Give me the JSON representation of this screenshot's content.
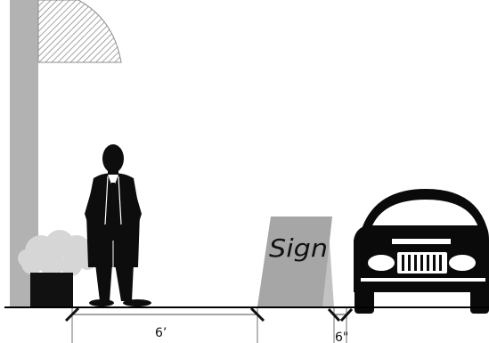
{
  "sign": {
    "text": "Sign"
  },
  "dimensions": {
    "person_to_sign": "6’",
    "sign_to_curb": "6\""
  },
  "colors": {
    "pole": "#b0b0b0",
    "awning_hatch": "#9a9a9a",
    "bush": "#d3d3d3",
    "planter": "#111111",
    "person": "#0d0d0d",
    "sign_board": "#a4a4a4",
    "car_body": "#0a0a0a",
    "ground": "#000000"
  },
  "icons": {
    "pole": "lamp-post-icon",
    "awning": "awning-icon",
    "person": "businessman-silhouette-icon",
    "planter": "planter-bush-icon",
    "sign": "a-frame-sign-icon",
    "car": "car-front-icon"
  }
}
